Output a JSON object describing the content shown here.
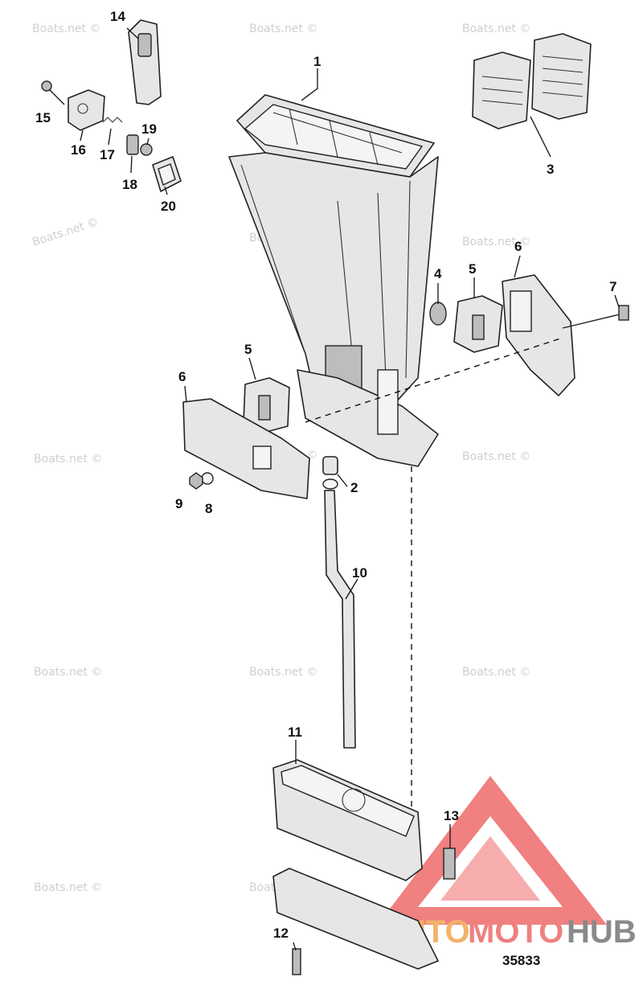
{
  "diagram": {
    "watermark_text": "Boats.net ©",
    "reference_number": "35833",
    "logo": {
      "part1": "AUTO",
      "part2": "MOTO",
      "part3": "HUB",
      "triangle_color": "#ef6a6a",
      "accent_color": "#f2b26a"
    },
    "callouts": {
      "c1": "1",
      "c2": "2",
      "c3": "3",
      "c4": "4",
      "c5a": "5",
      "c5b": "5",
      "c6a": "6",
      "c6b": "6",
      "c7": "7",
      "c8": "8",
      "c9": "9",
      "c10": "10",
      "c11": "11",
      "c12": "12",
      "c13": "13",
      "c14": "14",
      "c15": "15",
      "c16": "16",
      "c17": "17",
      "c18": "18",
      "c19": "19",
      "c20": "20"
    }
  }
}
